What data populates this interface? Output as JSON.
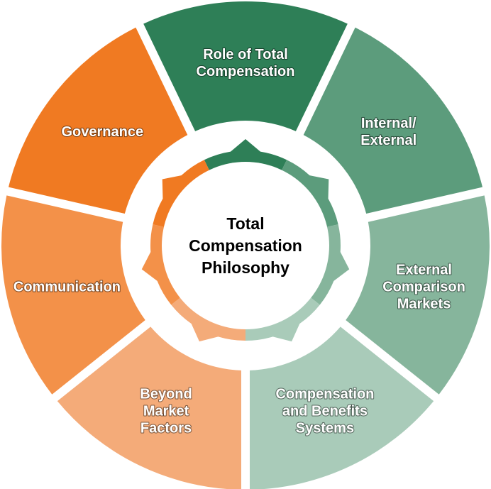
{
  "center": {
    "lines": [
      "Total",
      "Compensation",
      "Philosophy"
    ]
  },
  "segments": [
    {
      "id": "role",
      "lines": [
        "Role of Total",
        "Compensation"
      ],
      "color": "#2e7f57"
    },
    {
      "id": "internal",
      "lines": [
        "Internal/",
        "External"
      ],
      "color": "#5c9c7c"
    },
    {
      "id": "external-markets",
      "lines": [
        "External",
        "Comparison",
        "Markets"
      ],
      "color": "#86b59c"
    },
    {
      "id": "comp-benefits",
      "lines": [
        "Compensation",
        "and Benefits",
        "Systems"
      ],
      "color": "#a9cbb9"
    },
    {
      "id": "beyond-market",
      "lines": [
        "Beyond",
        "Market",
        "Factors"
      ],
      "color": "#f4ab79"
    },
    {
      "id": "communication",
      "lines": [
        "Communication"
      ],
      "color": "#f39149"
    },
    {
      "id": "governance",
      "lines": [
        "Governance"
      ],
      "color": "#f07a22"
    }
  ]
}
